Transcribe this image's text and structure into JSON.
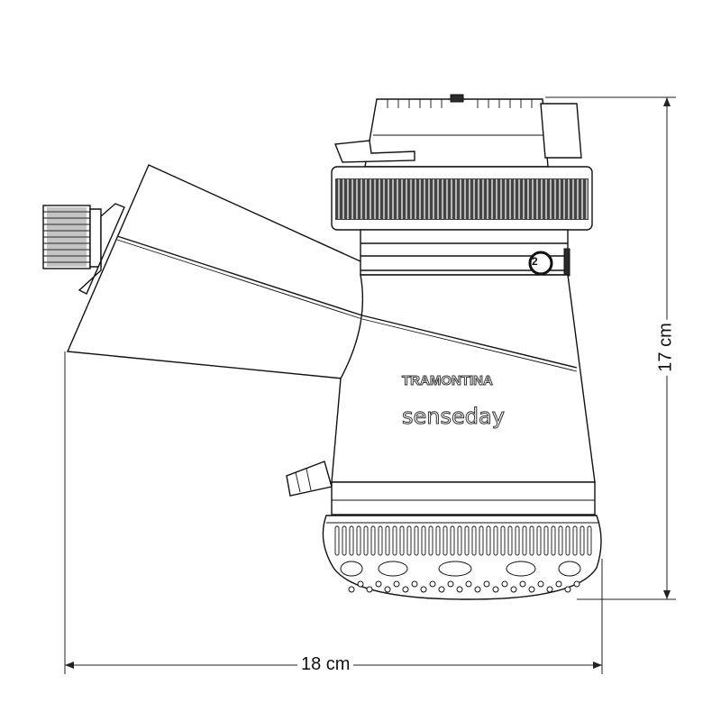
{
  "product": {
    "brand": "TRAMONTINA",
    "model": "senseday",
    "dial_setting": "2"
  },
  "dimensions": {
    "height_label": "17 cm",
    "width_label": "18 cm"
  }
}
